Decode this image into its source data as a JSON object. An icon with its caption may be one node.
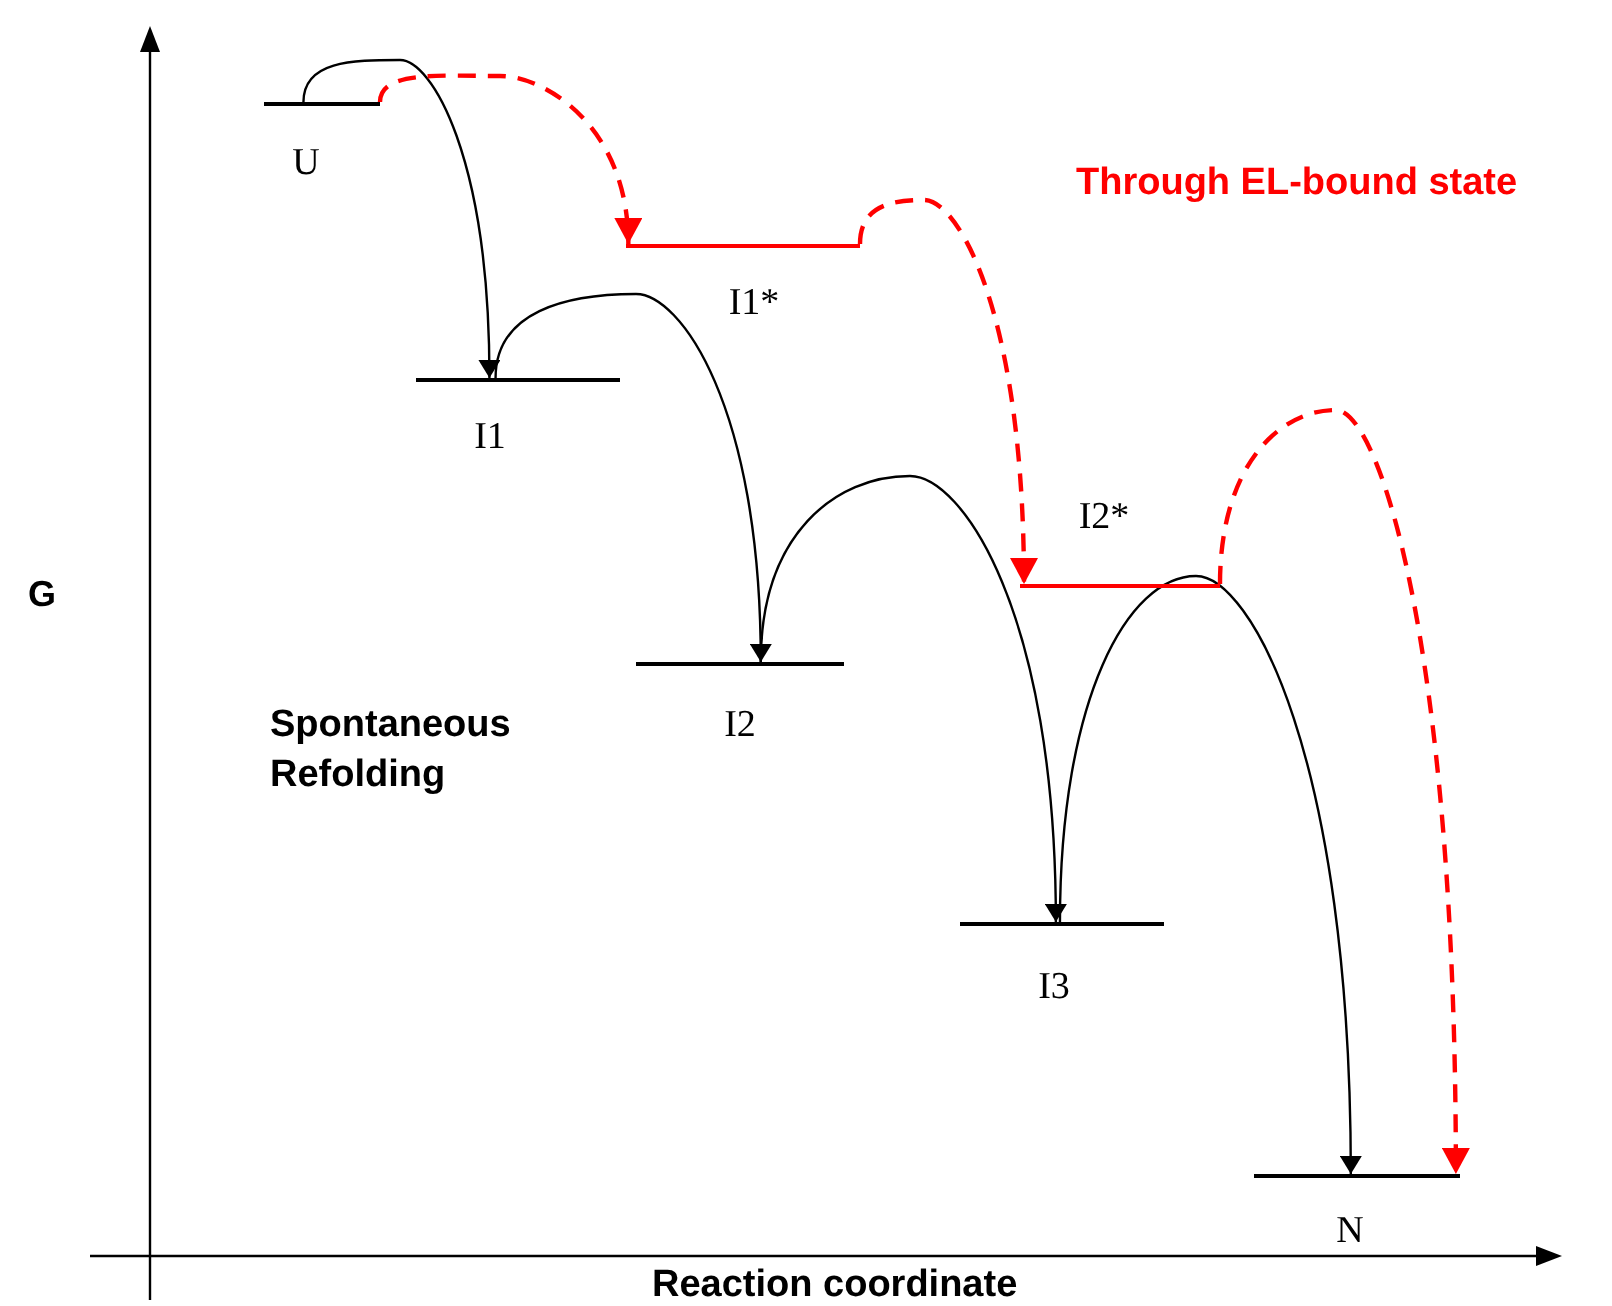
{
  "diagram": {
    "nodes": [
      {
        "text": [],
        "shape": "bar",
        "beside": [
          "U"
        ]
      },
      {
        "text": [],
        "shape": "bar",
        "beside": [
          "I1*"
        ]
      },
      {
        "text": [],
        "shape": "bar",
        "beside": [
          "I1"
        ]
      },
      {
        "text": [],
        "shape": "bar",
        "beside": [
          "I2*"
        ]
      },
      {
        "text": [],
        "shape": "bar",
        "beside": [
          "I2"
        ]
      },
      {
        "text": [],
        "shape": "bar",
        "beside": [
          "I3"
        ]
      },
      {
        "text": [],
        "shape": "bar",
        "beside": [
          "N"
        ]
      }
    ],
    "edges": [
      {
        "from": 0,
        "to": 2,
        "arrow": "to"
      },
      {
        "from": 2,
        "to": 4,
        "arrow": "to"
      },
      {
        "from": 4,
        "to": 5,
        "arrow": "to"
      },
      {
        "from": 5,
        "to": 6,
        "arrow": "to"
      },
      {
        "from": 0,
        "to": 1,
        "arrow": "to",
        "style": "dashed",
        "color": "#ff0000"
      },
      {
        "from": 1,
        "to": 3,
        "arrow": "to",
        "style": "dashed",
        "color": "#ff0000"
      },
      {
        "from": 3,
        "to": 6,
        "arrow": "to",
        "style": "dashed",
        "color": "#ff0000"
      }
    ],
    "labels": [
      "Through EL-bound state",
      "G",
      "Spontaneous Refolding",
      "Reaction coordinate"
    ]
  }
}
